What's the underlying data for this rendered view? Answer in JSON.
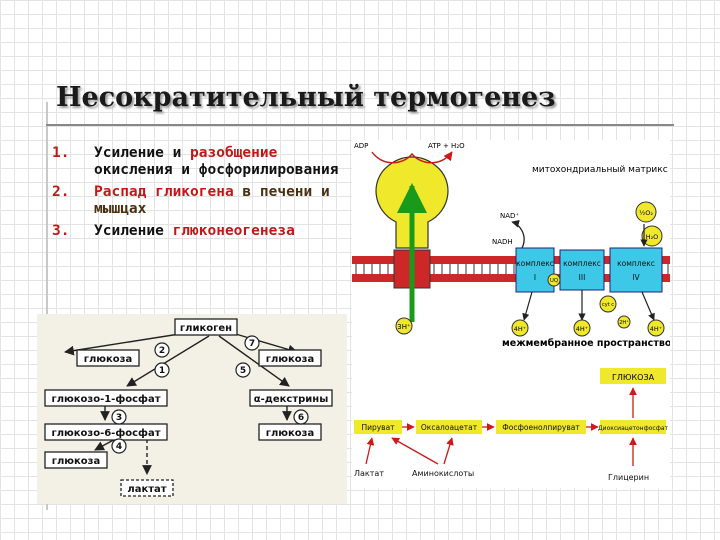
{
  "title": "Несократительный термогенез",
  "list": {
    "items": [
      {
        "num": "1.",
        "parts": [
          "Усиление и ",
          "разобщение",
          " окисления и фосфорилирования"
        ]
      },
      {
        "num": "2.",
        "parts": [
          "Распад гликогена",
          " в печени и мышцах"
        ]
      },
      {
        "num": "3.",
        "parts": [
          "Усиление ",
          "глюконеогенеза"
        ]
      }
    ]
  },
  "glycogen_scheme": {
    "glycogen": "гликоген",
    "glucose": "глюкоза",
    "g1p": "глюкозо-1-фосфат",
    "g6p": "глюкозо-6-фосфат",
    "dextrins": "α-декстрины",
    "lactate": "лактат",
    "steps": [
      "1",
      "2",
      "3",
      "4",
      "5",
      "6",
      "7"
    ]
  },
  "mito_scheme": {
    "adp": "ADP",
    "atp": "ATP + H₂O",
    "matrix": "митохондриальный матрикс",
    "intermembrane": "межмембранное пространство",
    "nad": "NAD⁺",
    "nadh": "NADH",
    "complex_word": "комплекс",
    "complexes": [
      "I",
      "III",
      "IV"
    ],
    "uq": "UQ",
    "cytc": "cyt c",
    "h2o": "H₂O",
    "o2": "½O₂",
    "protons_f0": "3H⁺",
    "protons": "4H⁺",
    "proton_2h": "2H⁺"
  },
  "gng_scheme": {
    "glucose": "ГЛЮКОЗА",
    "pyruvate": "Пируват",
    "oxaloacetate": "Оксалоацетат",
    "pep": "Фосфоенолпируват",
    "dhap": "Диоксиацетонфосфат",
    "lactate": "Лактат",
    "amino_acids": "Аминокислоты",
    "glycerol": "Глицерин"
  }
}
